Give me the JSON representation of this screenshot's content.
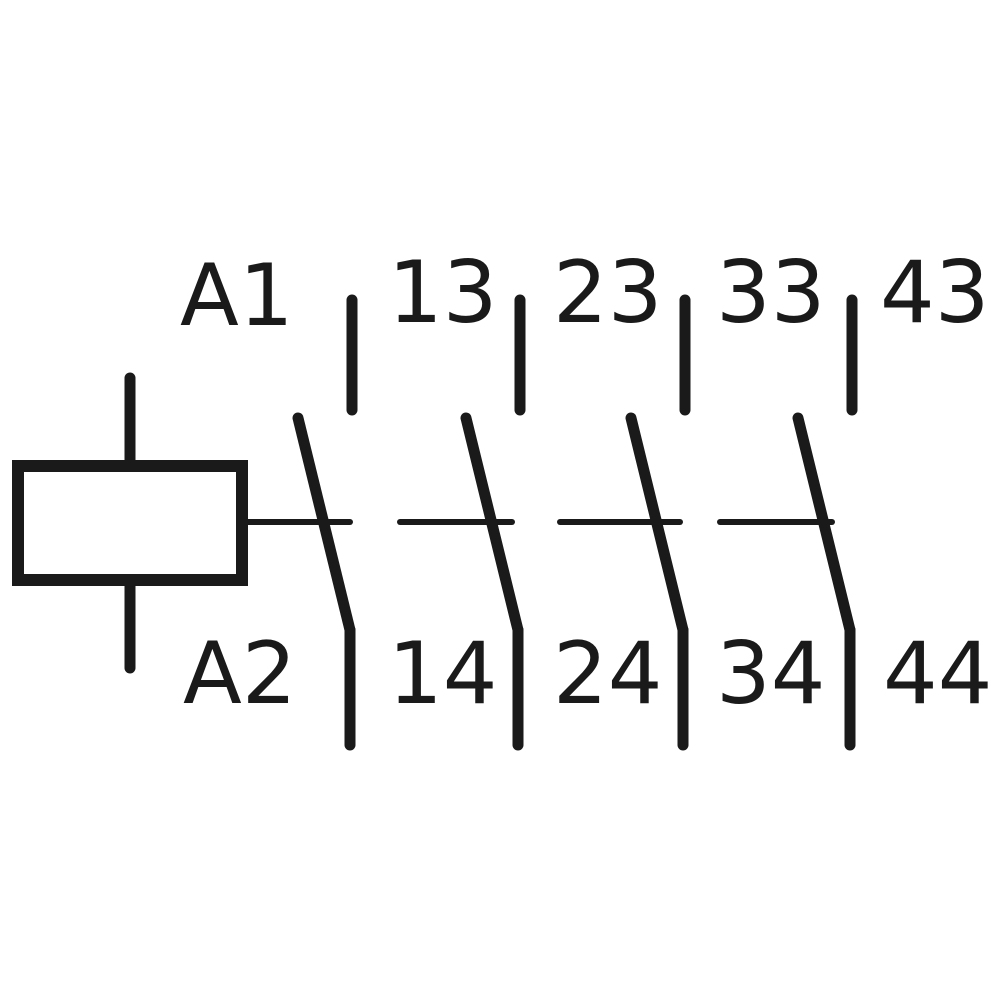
{
  "coil": {
    "top_terminal": "A1",
    "bottom_terminal": "A2"
  },
  "contacts": [
    {
      "top_terminal": "13",
      "bottom_terminal": "14"
    },
    {
      "top_terminal": "23",
      "bottom_terminal": "24"
    },
    {
      "top_terminal": "33",
      "bottom_terminal": "34"
    },
    {
      "top_terminal": "43",
      "bottom_terminal": "44"
    }
  ],
  "colors": {
    "line": "#1a1a1a",
    "background": "#ffffff"
  }
}
